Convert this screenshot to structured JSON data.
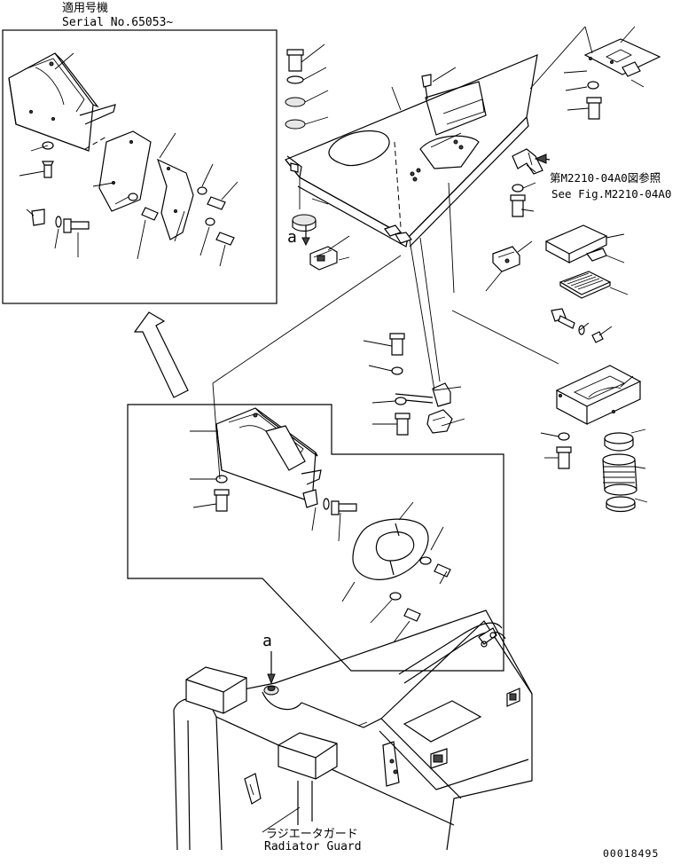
{
  "labels": {
    "serial_jp": "適用号機",
    "serial_en": "Serial No.65053~",
    "ref_jp": "第M2210-04A0図参照",
    "ref_en": "See Fig.M2210-04A0",
    "callout_a_top": "a",
    "callout_a_bottom": "a",
    "guard_jp": "ラジエータガード",
    "guard_en": "Radiator Guard",
    "figure_code": "00018495"
  }
}
